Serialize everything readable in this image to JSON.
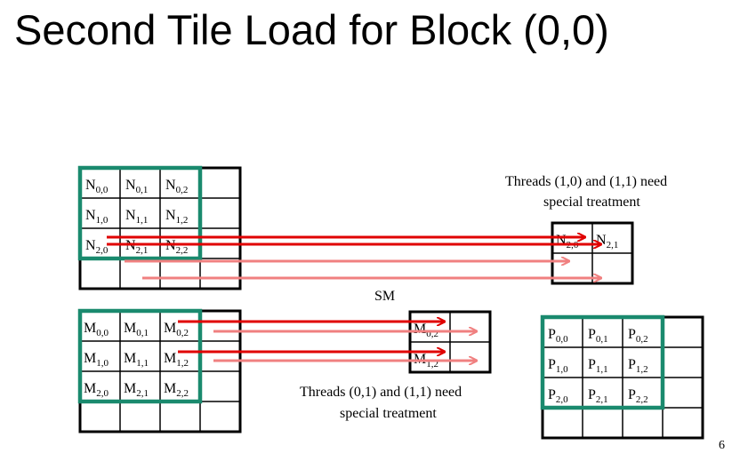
{
  "slide": {
    "title": "Second Tile Load for Block (0,0)",
    "page_number": "6"
  },
  "labels": {
    "sm": "SM",
    "threads_top_line1": "Threads (1,0) and (1,1) need",
    "threads_top_line2": "special treatment",
    "threads_bottom_line1": "Threads (0,1) and (1,1) need",
    "threads_bottom_line2": "special treatment"
  },
  "matrices": {
    "N": {
      "letter": "N",
      "cells": [
        [
          "0,0",
          "0,1",
          "0,2"
        ],
        [
          "1,0",
          "1,1",
          "1,2"
        ],
        [
          "2,0",
          "2,1",
          "2,2"
        ]
      ]
    },
    "M": {
      "letter": "M",
      "cells": [
        [
          "0,0",
          "0,1",
          "0,2"
        ],
        [
          "1,0",
          "1,1",
          "1,2"
        ],
        [
          "2,0",
          "2,1",
          "2,2"
        ]
      ]
    },
    "P": {
      "letter": "P",
      "cells": [
        [
          "0,0",
          "0,1",
          "0,2"
        ],
        [
          "1,0",
          "1,1",
          "1,2"
        ],
        [
          "2,0",
          "2,1",
          "2,2"
        ]
      ]
    },
    "N_shared": {
      "letter": "N",
      "cells": [
        [
          "2,0",
          "2,1"
        ]
      ]
    },
    "M_shared": {
      "letter": "M",
      "cells": [
        [
          "0,2"
        ],
        [
          "1,2"
        ]
      ]
    }
  },
  "colors": {
    "highlight": "#1a8a6e",
    "arrow_dark": "#e00000",
    "arrow_light": "#f08080",
    "grid": "#000000"
  }
}
